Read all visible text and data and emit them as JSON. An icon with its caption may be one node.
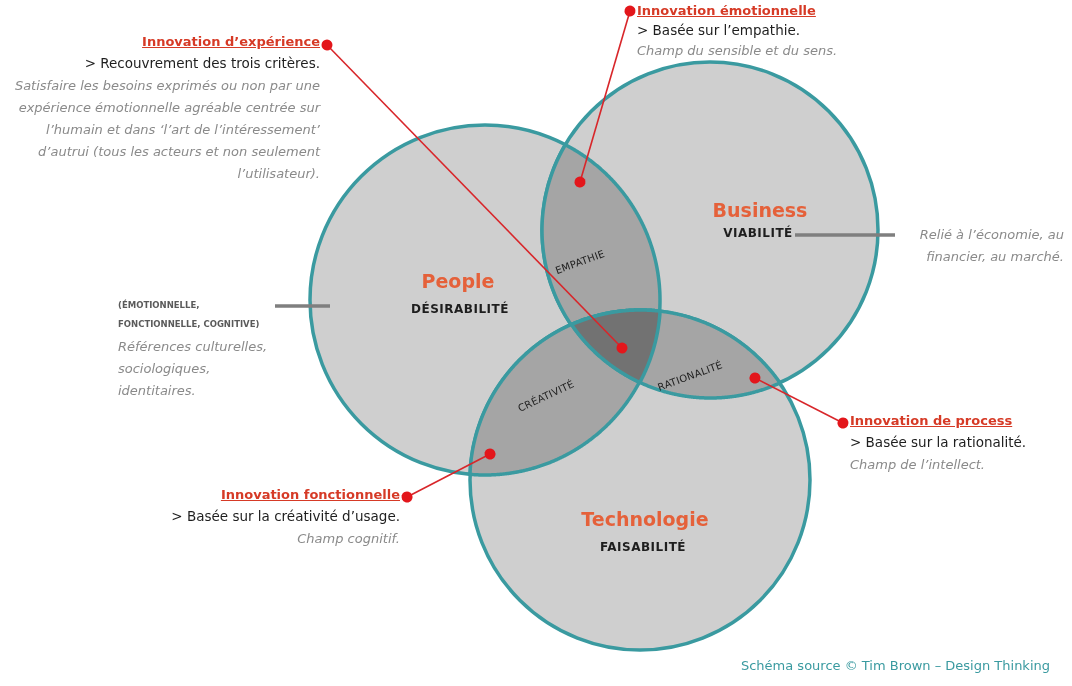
{
  "diagram": {
    "caption": "Schéma source © Tim Brown – Design Thinking",
    "nodes": [
      {
        "text": [
          "People",
          "DÉSIRABILITÉ"
        ]
      },
      {
        "text": [
          "Business",
          "VIABILITÉ"
        ]
      },
      {
        "text": [
          "Technologie",
          "FAISABILITÉ"
        ]
      },
      {
        "text": [
          "EMPATHIE"
        ]
      },
      {
        "text": [
          "CRÉATIVITÉ"
        ]
      },
      {
        "text": [
          "RATIONALITÉ"
        ]
      },
      {
        "text": [],
        "shape": "triangle"
      },
      {
        "text": [
          "Innovation d’expérience",
          "> Recouvrement des trois critères.",
          "Satisfaire les besoins exprimés ou non par une expérience émotionnelle agréable centrée sur l’humain et dans ‘l’art de l’intéressement’ d’autrui (tous les acteurs et non seulement l’utilisateur)."
        ]
      },
      {
        "text": [
          "Innovation émotionnelle",
          "> Basée sur l’empathie.",
          "Champ du sensible et du sens."
        ]
      },
      {
        "text": [
          "Innovation de process",
          "> Basée sur la rationalité.",
          "Champ de l’intellect."
        ]
      },
      {
        "text": [
          "Innovation fonctionnelle",
          "> Basée sur la créativité d’usage.",
          "Champ cognitif."
        ]
      },
      {
        "text": [
          "(ÉMOTIONNELLE, FONCTIONNELLE, COGNITIVE)",
          "Références culturelles, sociologiques, identitaires."
        ]
      },
      {
        "text": [
          "Relié à l’économie, au financier, au marché."
        ]
      }
    ],
    "edges": [
      {
        "from": 7,
        "to": 6,
        "arrow": "other"
      },
      {
        "from": 8,
        "to": 3,
        "arrow": "other"
      },
      {
        "from": 9,
        "to": 5,
        "arrow": "other"
      },
      {
        "from": 10,
        "to": 4,
        "arrow": "other"
      },
      {
        "from": 11,
        "to": 0,
        "arrow": "none",
        "style": "thick",
        "color": "#7f7f7f"
      },
      {
        "from": 1,
        "to": 12,
        "arrow": "none",
        "style": "thick",
        "color": "#7f7f7f"
      }
    ]
  }
}
